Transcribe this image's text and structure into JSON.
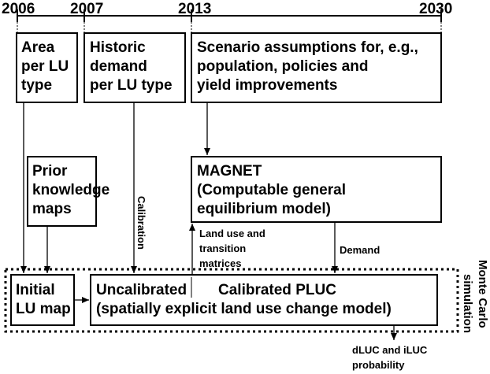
{
  "timeline": {
    "years": [
      "2006",
      "2007",
      "2013",
      "2030"
    ]
  },
  "boxes": {
    "area": [
      "Area",
      "per LU",
      "type"
    ],
    "historic": [
      "Historic",
      "demand",
      "per LU type"
    ],
    "scenario": [
      "Scenario assumptions for, e.g.,",
      "population, policies and",
      "yield improvements"
    ],
    "prior": [
      "Prior",
      "knowledge",
      "maps"
    ],
    "magnet": [
      "MAGNET",
      "(Computable general",
      "equilibrium model)"
    ],
    "initial": [
      "Initial",
      "LU map"
    ],
    "pluc": {
      "uncalibrated": "Uncalibrated",
      "calibrated": "Calibrated PLUC",
      "subtitle": "(spatially explicit land use change model)"
    }
  },
  "labels": {
    "calibration": "Calibration",
    "land_use": [
      "Land use and",
      "transition",
      "matrices"
    ],
    "demand": "Demand",
    "monte_carlo": [
      "Monte Carlo",
      "simulation"
    ],
    "output": [
      "dLUC and iLUC",
      "probability"
    ]
  }
}
